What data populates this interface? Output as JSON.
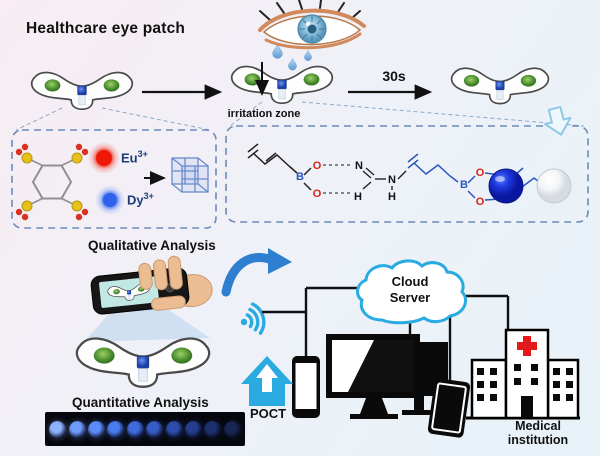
{
  "title": "Healthcare eye patch",
  "labels": {
    "time": "30s",
    "irritation": "irritation zone",
    "qualitative": "Qualitative Analysis",
    "quantitative": "Quantitative Analysis",
    "cloud_line1": "Cloud",
    "cloud_line2": "Server",
    "poct": "POCT",
    "medical_line1": "Medical",
    "medical_line2": "institution"
  },
  "ions": {
    "eu_base": "Eu",
    "eu_sup": "3+",
    "dy_base": "Dy",
    "dy_sup": "3+"
  },
  "chemistry": {
    "atom_b": "B",
    "atom_o": "O",
    "atom_n": "N",
    "atom_h": "H"
  },
  "colors": {
    "accent_blue": "#29abe2",
    "eu_red": "#ee2211",
    "dy_blue": "#3b6ef0",
    "result_blue": "#1d3be0",
    "patch_green": "#4e8f35",
    "flow_arrow_blue": "#2e7fd0",
    "ion_label": "#1c3c7c",
    "cross_red": "#e31818",
    "atom_o_red": "#d82015",
    "bond_blue": "#2b55c0"
  },
  "strip": {
    "dot_colors": [
      "#8fb2ff",
      "#6f9bff",
      "#5d8cfa",
      "#4a7af0",
      "#3f6add",
      "#365cc6",
      "#2d4cab",
      "#253e8c",
      "#1d306e",
      "#172652"
    ]
  }
}
